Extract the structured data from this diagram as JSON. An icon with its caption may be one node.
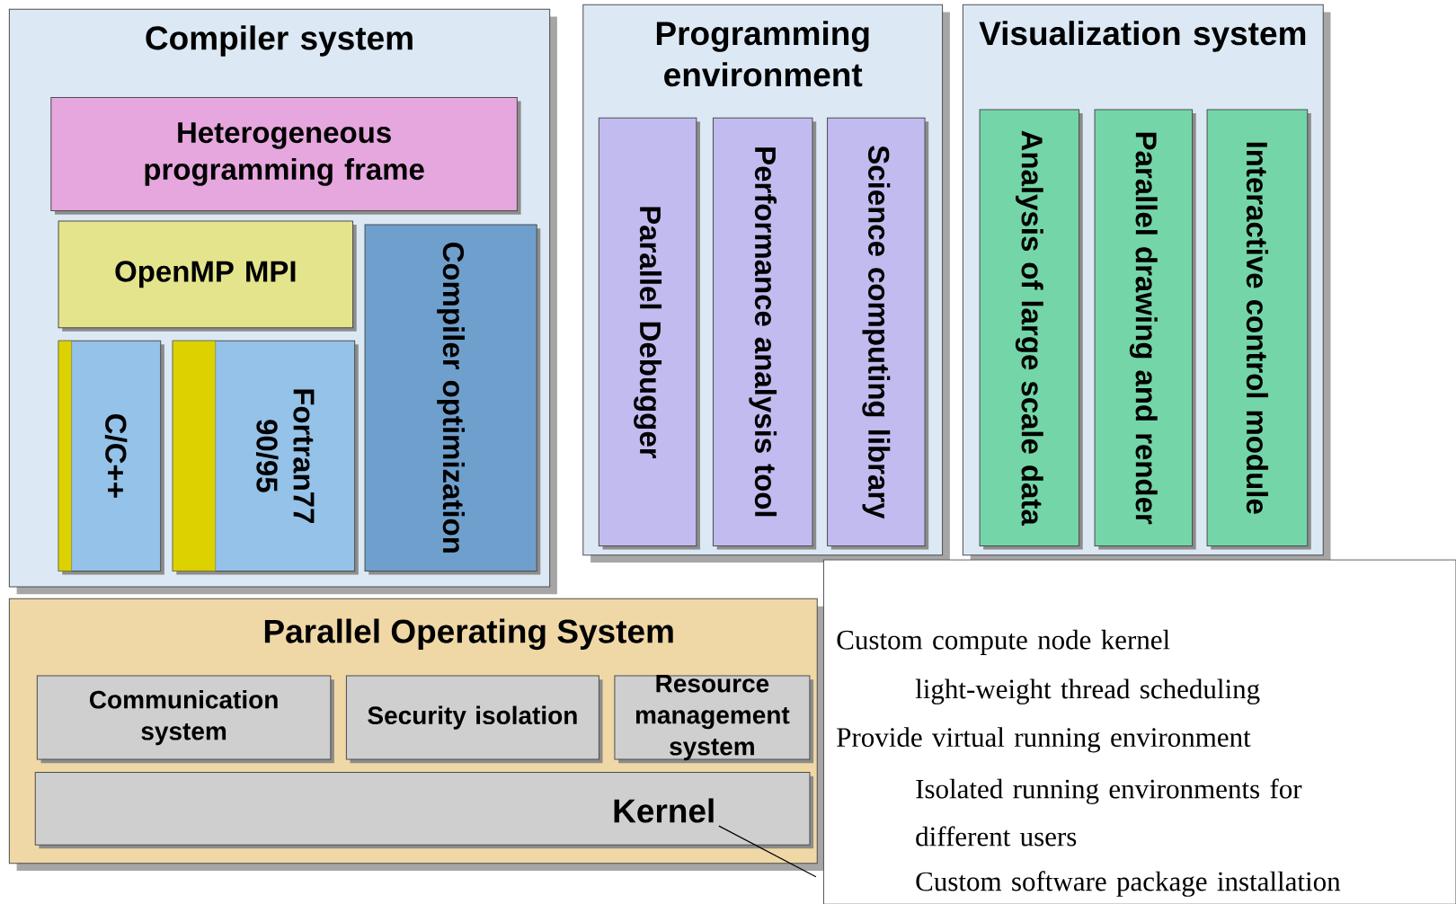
{
  "diagram": {
    "nodes": [
      {
        "text": [
          "Compiler system"
        ]
      },
      {
        "text": [
          "Heterogeneous programming frame"
        ],
        "in": 0
      },
      {
        "text": [
          "OpenMP MPI"
        ],
        "in": 0
      },
      {
        "text": [
          "C/C++"
        ],
        "in": 0
      },
      {
        "text": [
          "Fortran77 90/95"
        ],
        "in": 0
      },
      {
        "text": [
          "Compiler optimization"
        ],
        "in": 0
      },
      {
        "text": [
          "Programming environment"
        ]
      },
      {
        "text": [
          "Parallel Debugger"
        ],
        "in": 6
      },
      {
        "text": [
          "Performance analysis tool"
        ],
        "in": 6
      },
      {
        "text": [
          "Science computing library"
        ],
        "in": 6
      },
      {
        "text": [
          "Visualization system"
        ]
      },
      {
        "text": [
          "Analysis of large scale data"
        ],
        "in": 10
      },
      {
        "text": [
          "Parallel drawing and render"
        ],
        "in": 10
      },
      {
        "text": [
          "Interactive control module"
        ],
        "in": 10
      },
      {
        "text": [
          "Parallel Operating System"
        ]
      },
      {
        "text": [
          "Communication system"
        ],
        "in": 14
      },
      {
        "text": [
          "Security isolation"
        ],
        "in": 14
      },
      {
        "text": [
          "Resource management system"
        ],
        "in": 14
      },
      {
        "text": [
          "Kernel"
        ],
        "in": 14
      },
      {
        "text": [
          "Custom compute node kernel",
          "light-weight thread scheduling",
          "Provide virtual running environment",
          "Isolated running environments for different users",
          "Custom software package installation"
        ]
      }
    ],
    "edges": [
      {
        "from": 19,
        "to": 18,
        "arrow": "none"
      }
    ]
  }
}
